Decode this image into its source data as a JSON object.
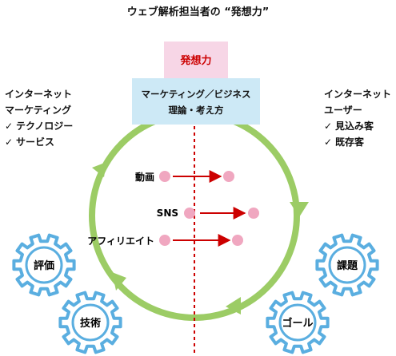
{
  "title": "ウェブ解析担当者の “発想力”",
  "top_box": {
    "highlight": "発想力",
    "line1": "マーケティング／ビジネス",
    "line2": "理論・考え方"
  },
  "left_panel": {
    "heading_line1": "インターネット",
    "heading_line2": "マーケティング",
    "items": [
      "テクノロジー",
      "サービス"
    ]
  },
  "right_panel": {
    "heading_line1": "インターネット",
    "heading_line2": "ユーザー",
    "items": [
      "見込み客",
      "既存客"
    ]
  },
  "check_mark": "✓",
  "channels": [
    {
      "label": "動画"
    },
    {
      "label": "SNS"
    },
    {
      "label": "アフィリエイト"
    }
  ],
  "gears": {
    "hyoka": "評価",
    "gijutsu": "技術",
    "kadai": "課題",
    "goal": "ゴール"
  },
  "icons": [
    "check-icon",
    "gear-icon",
    "arrow-right-icon",
    "cycle-arrow-icon"
  ],
  "colors": {
    "highlight_bg": "#f7d6e6",
    "highlight_text": "#cc0000",
    "box_bg": "#cde9f6",
    "ring": "#9ccc65",
    "divider": "#cc0000",
    "dot": "#f0a7c0",
    "arrow": "#cc0000",
    "gear": "#5aaee0"
  }
}
